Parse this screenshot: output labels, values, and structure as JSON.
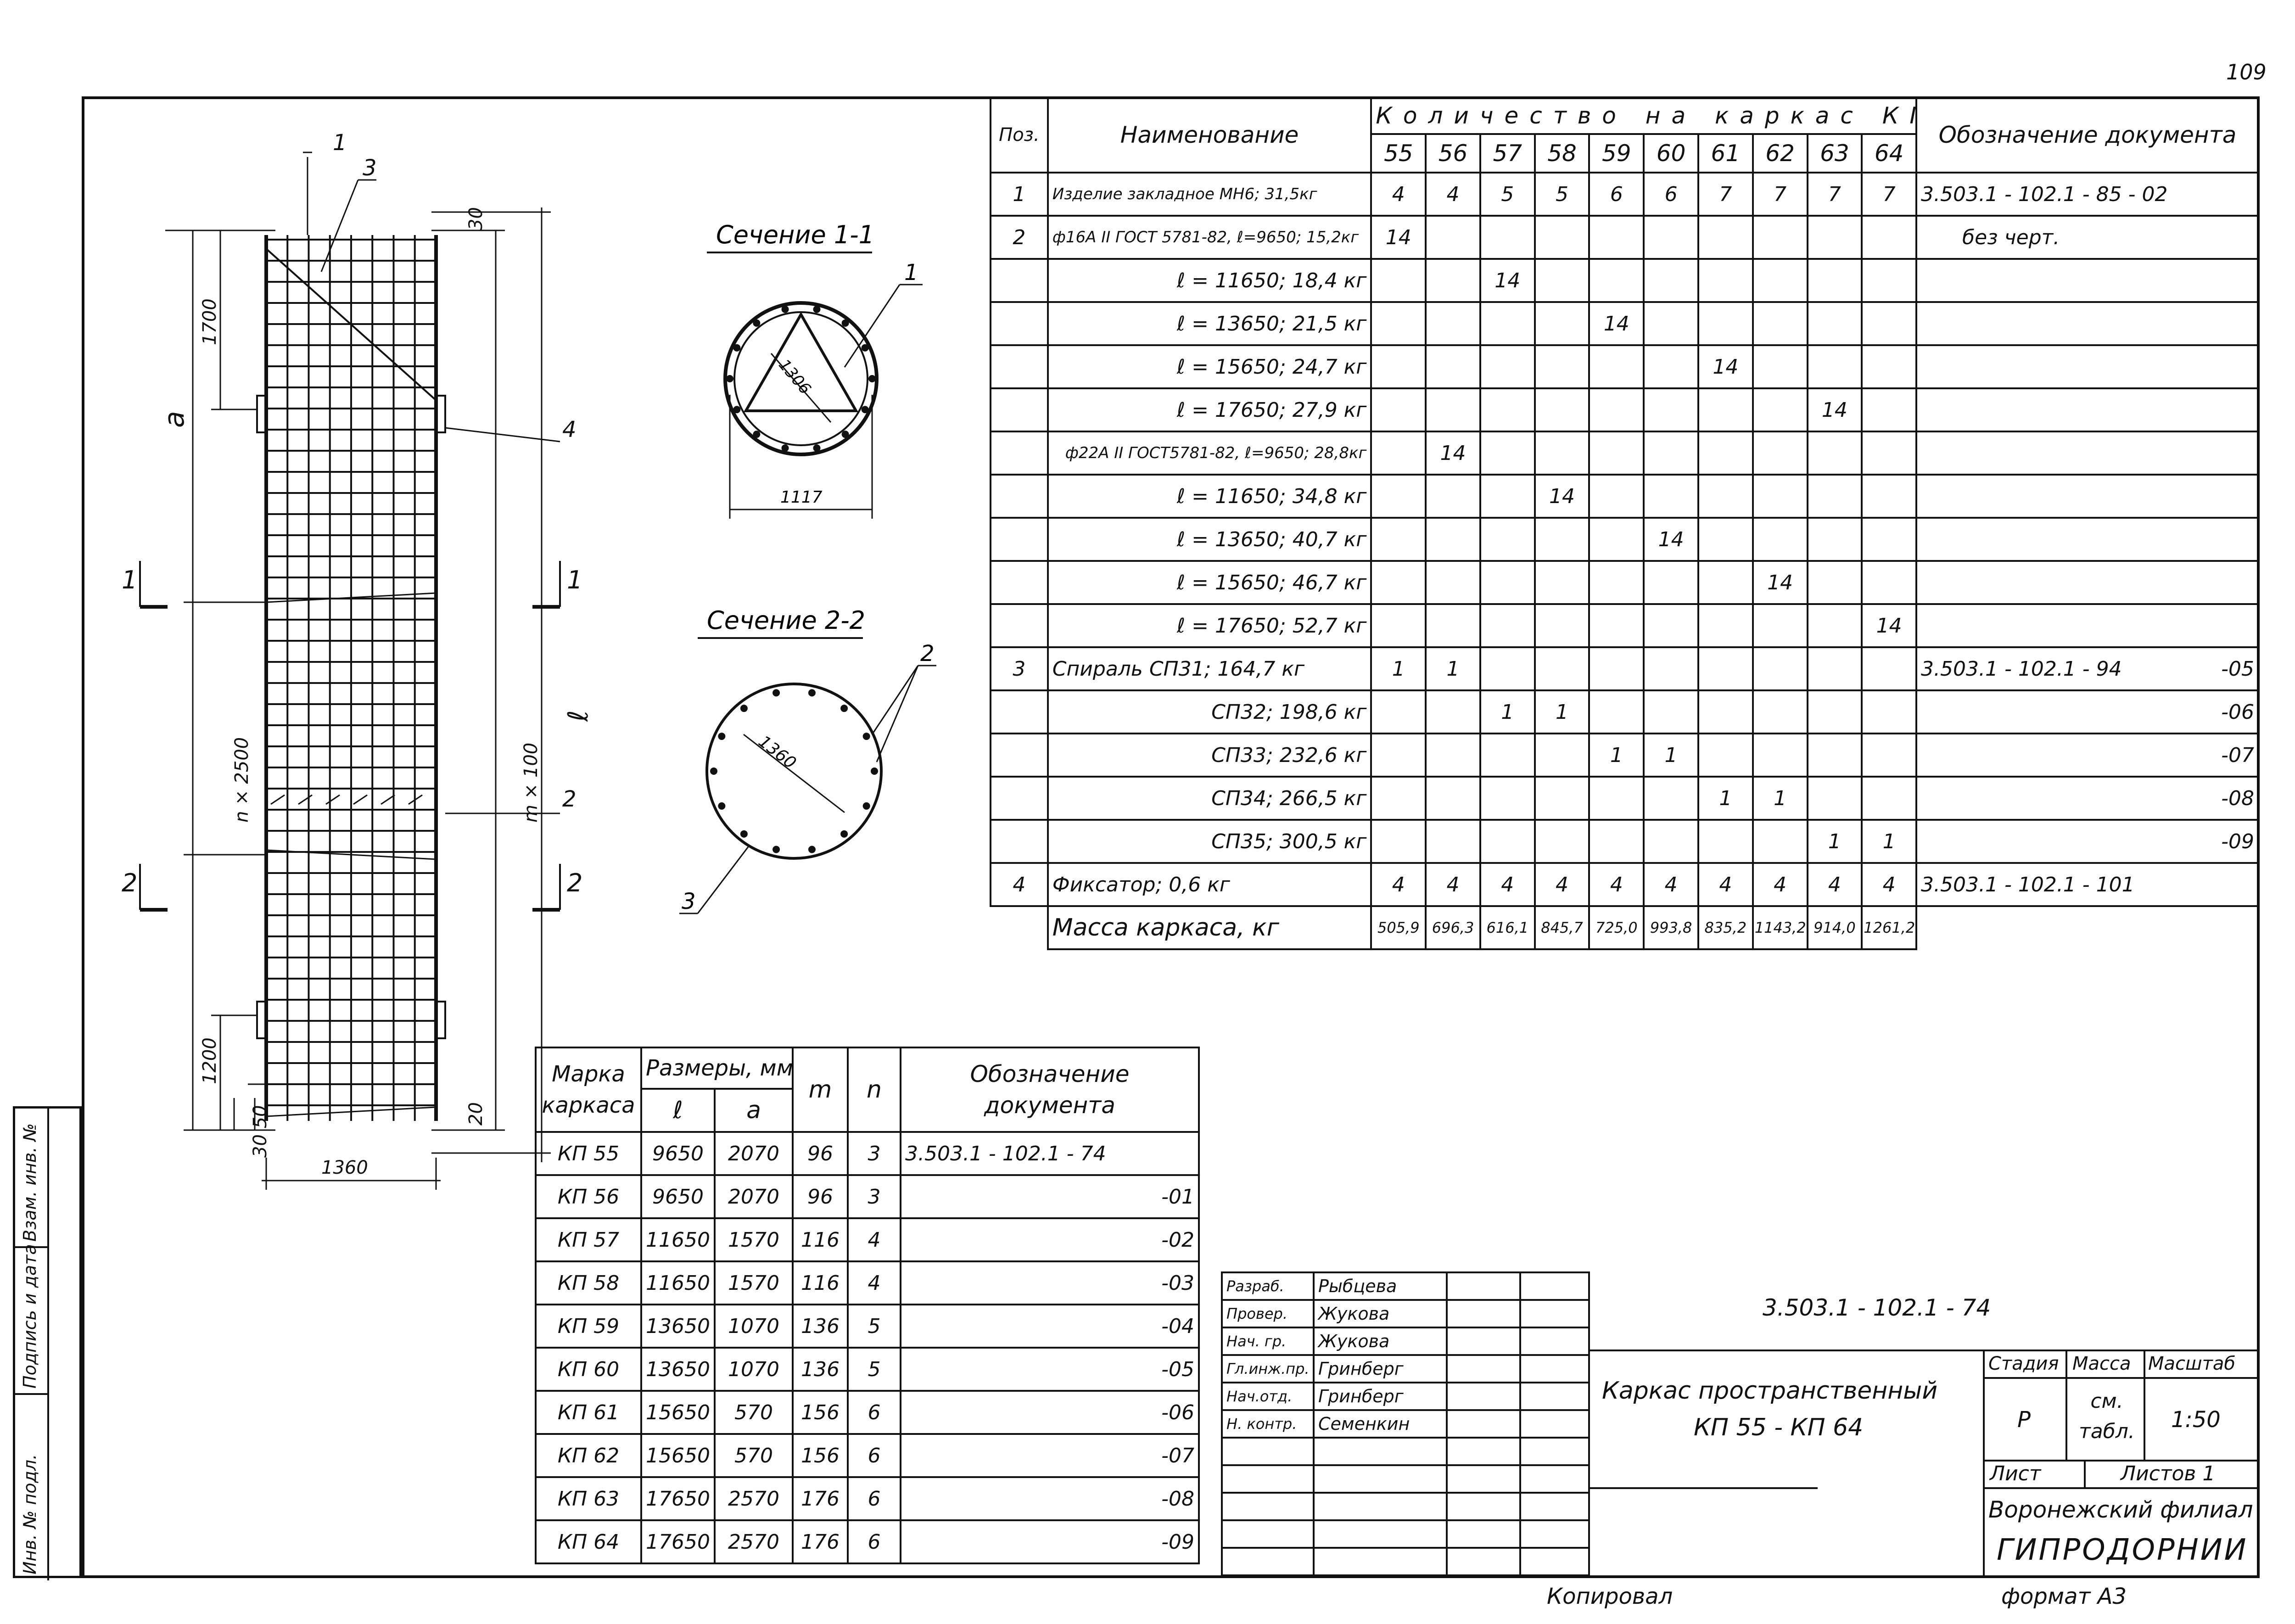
{
  "sheet_number": "109",
  "footer": {
    "copied_label": "Копировал",
    "format_label": "формат А3"
  },
  "side_stamp": [
    "Инв. № подл.",
    "Подпись и дата",
    "Взам. инв. №"
  ],
  "drawing": {
    "dims": {
      "a": "a",
      "l": "ℓ",
      "n2500": "n × 2500",
      "m100": "m × 100",
      "d1700": "1700",
      "d1200": "1200",
      "d30top": "30",
      "d20": "20",
      "d3050": "30  50",
      "width": "1360"
    },
    "callouts": [
      "1",
      "3",
      "4",
      "2"
    ],
    "section_marks": [
      "1",
      "1",
      "2",
      "2"
    ]
  },
  "section1": {
    "title": "Сечение 1-1",
    "d1306": "1306",
    "d1117": "1117",
    "callout": "1"
  },
  "section2": {
    "title": "Сечение 2-2",
    "d1360": "1360",
    "callout2": "2",
    "callout3": "3"
  },
  "spec_table": {
    "headers": {
      "pos": "Поз.",
      "name": "Наименование",
      "qty": "Количество на каркас КП",
      "doc": "Обозначение документа"
    },
    "cols": [
      "55",
      "56",
      "57",
      "58",
      "59",
      "60",
      "61",
      "62",
      "63",
      "64"
    ],
    "rows": [
      {
        "pos": "1",
        "name": "Изделие закладное МН6; 31,5кг",
        "q": [
          "4",
          "4",
          "5",
          "5",
          "6",
          "6",
          "7",
          "7",
          "7",
          "7"
        ],
        "doc": "3.503.1 - 102.1 - 85 - 02",
        "doc2": ""
      },
      {
        "pos": "2",
        "name": "ф16А II ГОСТ 5781-82, ℓ=9650; 15,2кг",
        "q": [
          "14",
          "",
          "",
          "",
          "",
          "",
          "",
          "",
          "",
          ""
        ],
        "doc": "без черт.",
        "doc2": ""
      },
      {
        "pos": "",
        "name": "ℓ = 11650;   18,4 кг",
        "q": [
          "",
          "",
          "14",
          "",
          "",
          "",
          "",
          "",
          "",
          ""
        ],
        "doc": "",
        "doc2": ""
      },
      {
        "pos": "",
        "name": "ℓ = 13650;   21,5 кг",
        "q": [
          "",
          "",
          "",
          "",
          "14",
          "",
          "",
          "",
          "",
          ""
        ],
        "doc": "",
        "doc2": ""
      },
      {
        "pos": "",
        "name": "ℓ = 15650;   24,7 кг",
        "q": [
          "",
          "",
          "",
          "",
          "",
          "",
          "14",
          "",
          "",
          ""
        ],
        "doc": "",
        "doc2": ""
      },
      {
        "pos": "",
        "name": "ℓ = 17650;   27,9 кг",
        "q": [
          "",
          "",
          "",
          "",
          "",
          "",
          "",
          "",
          "14",
          ""
        ],
        "doc": "",
        "doc2": ""
      },
      {
        "pos": "",
        "name": "ф22А II ГОСТ5781-82, ℓ=9650; 28,8кг",
        "q": [
          "",
          "14",
          "",
          "",
          "",
          "",
          "",
          "",
          "",
          ""
        ],
        "doc": "",
        "doc2": ""
      },
      {
        "pos": "",
        "name": "ℓ = 11650;   34,8 кг",
        "q": [
          "",
          "",
          "",
          "14",
          "",
          "",
          "",
          "",
          "",
          ""
        ],
        "doc": "",
        "doc2": ""
      },
      {
        "pos": "",
        "name": "ℓ = 13650;   40,7 кг",
        "q": [
          "",
          "",
          "",
          "",
          "",
          "14",
          "",
          "",
          "",
          ""
        ],
        "doc": "",
        "doc2": ""
      },
      {
        "pos": "",
        "name": "ℓ = 15650;   46,7 кг",
        "q": [
          "",
          "",
          "",
          "",
          "",
          "",
          "",
          "14",
          "",
          ""
        ],
        "doc": "",
        "doc2": ""
      },
      {
        "pos": "",
        "name": "ℓ = 17650;   52,7 кг",
        "q": [
          "",
          "",
          "",
          "",
          "",
          "",
          "",
          "",
          "",
          "14"
        ],
        "doc": "",
        "doc2": ""
      },
      {
        "pos": "3",
        "name": "Спираль  СП31;   164,7 кг",
        "q": [
          "1",
          "1",
          "",
          "",
          "",
          "",
          "",
          "",
          "",
          ""
        ],
        "doc": "3.503.1 - 102.1 - 94",
        "doc2": "-05"
      },
      {
        "pos": "",
        "name": "СП32;   198,6 кг",
        "q": [
          "",
          "",
          "1",
          "1",
          "",
          "",
          "",
          "",
          "",
          ""
        ],
        "doc": "",
        "doc2": "-06"
      },
      {
        "pos": "",
        "name": "СП33;   232,6 кг",
        "q": [
          "",
          "",
          "",
          "",
          "1",
          "1",
          "",
          "",
          "",
          ""
        ],
        "doc": "",
        "doc2": "-07"
      },
      {
        "pos": "",
        "name": "СП34;   266,5 кг",
        "q": [
          "",
          "",
          "",
          "",
          "",
          "",
          "1",
          "1",
          "",
          ""
        ],
        "doc": "",
        "doc2": "-08"
      },
      {
        "pos": "",
        "name": "СП35;   300,5 кг",
        "q": [
          "",
          "",
          "",
          "",
          "",
          "",
          "",
          "",
          "1",
          "1"
        ],
        "doc": "",
        "doc2": "-09"
      },
      {
        "pos": "4",
        "name": "Фиксатор;  0,6 кг",
        "q": [
          "4",
          "4",
          "4",
          "4",
          "4",
          "4",
          "4",
          "4",
          "4",
          "4"
        ],
        "doc": "3.503.1 - 102.1 - 101",
        "doc2": ""
      }
    ],
    "mass_label": "Масса каркаса, кг",
    "mass": [
      "505,9",
      "696,3",
      "616,1",
      "845,7",
      "725,0",
      "993,8",
      "835,2",
      "1143,2",
      "914,0",
      "1261,2"
    ]
  },
  "dims_table": {
    "headers": {
      "mark": "Марка каркаса",
      "sizes": "Размеры, мм",
      "l": "ℓ",
      "a": "a",
      "m": "m",
      "n": "n",
      "doc": "Обозначение документа"
    },
    "rows": [
      {
        "mark": "КП 55",
        "l": "9650",
        "a": "2070",
        "m": "96",
        "n": "3",
        "doc": "3.503.1 - 102.1 - 74"
      },
      {
        "mark": "КП 56",
        "l": "9650",
        "a": "2070",
        "m": "96",
        "n": "3",
        "doc": "-01"
      },
      {
        "mark": "КП 57",
        "l": "11650",
        "a": "1570",
        "m": "116",
        "n": "4",
        "doc": "-02"
      },
      {
        "mark": "КП 58",
        "l": "11650",
        "a": "1570",
        "m": "116",
        "n": "4",
        "doc": "-03"
      },
      {
        "mark": "КП 59",
        "l": "13650",
        "a": "1070",
        "m": "136",
        "n": "5",
        "doc": "-04"
      },
      {
        "mark": "КП 60",
        "l": "13650",
        "a": "1070",
        "m": "136",
        "n": "5",
        "doc": "-05"
      },
      {
        "mark": "КП 61",
        "l": "15650",
        "a": "570",
        "m": "156",
        "n": "6",
        "doc": "-06"
      },
      {
        "mark": "КП 62",
        "l": "15650",
        "a": "570",
        "m": "156",
        "n": "6",
        "doc": "-07"
      },
      {
        "mark": "КП 63",
        "l": "17650",
        "a": "2570",
        "m": "176",
        "n": "6",
        "doc": "-08"
      },
      {
        "mark": "КП 64",
        "l": "17650",
        "a": "2570",
        "m": "176",
        "n": "6",
        "doc": "-09"
      }
    ]
  },
  "title_block": {
    "people": [
      {
        "role": "Разраб.",
        "name": "Рыбцева"
      },
      {
        "role": "Провер.",
        "name": "Жукова"
      },
      {
        "role": "Нач. гр.",
        "name": "Жукова"
      },
      {
        "role": "Гл.инж.пр.",
        "name": "Гринберг"
      },
      {
        "role": "Нач.отд.",
        "name": "Гринберг"
      },
      {
        "role": "Н. контр.",
        "name": "Семенкин"
      }
    ],
    "code": "3.503.1 - 102.1 - 74",
    "name_line1": "Каркас пространственный",
    "name_line2": "КП 55  -  КП 64",
    "stage_label": "Стадия",
    "mass_label": "Масса",
    "scale_label": "Масштаб",
    "stage": "Р",
    "mass": "см. табл.",
    "scale": "1:50",
    "sheet_label": "Лист",
    "sheets_label": "Листов 1",
    "org1": "Воронежский филиал",
    "org2": "ГИПРОДОРНИИ"
  }
}
